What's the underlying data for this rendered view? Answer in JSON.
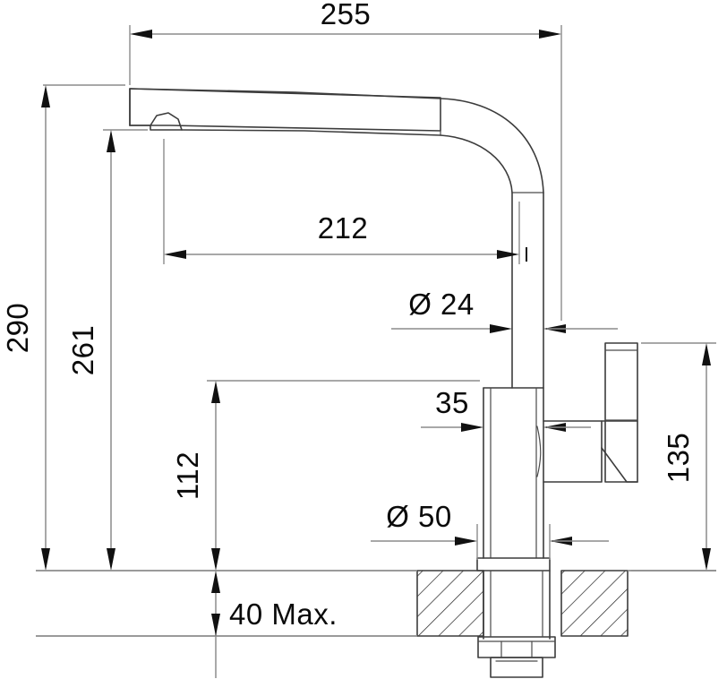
{
  "drawing": {
    "title": "Kitchen Mixer Tap Dimensional Drawing",
    "subject": "single-lever-kitchen-faucet",
    "units": "mm",
    "background_color": "#ffffff",
    "line_color": "#3c3c3c",
    "dimension_line_color": "#8c8c8c",
    "text_color": "#0a0a0a"
  },
  "dimensions": {
    "overall_reach": {
      "label": "255",
      "orientation": "horizontal",
      "position": "top",
      "value": 255
    },
    "spout_reach": {
      "label": "212",
      "orientation": "horizontal",
      "position": "middle",
      "value": 212
    },
    "spout_tube_diameter": {
      "label": "Ø 24",
      "orientation": "horizontal",
      "value": 24,
      "symbol": "diameter"
    },
    "body_offset": {
      "label": "35",
      "orientation": "horizontal",
      "value": 35
    },
    "base_diameter": {
      "label": "Ø 50",
      "orientation": "horizontal",
      "value": 50,
      "symbol": "diameter"
    },
    "overall_height": {
      "label": "290",
      "orientation": "vertical",
      "position": "left-outer",
      "value": 290
    },
    "spout_outlet_height": {
      "label": "261",
      "orientation": "vertical",
      "position": "left-inner",
      "value": 261
    },
    "clearance_height": {
      "label": "112",
      "orientation": "vertical",
      "position": "left-third",
      "value": 112
    },
    "handle_height": {
      "label": "135",
      "orientation": "vertical",
      "position": "right",
      "value": 135
    },
    "worktop_thickness": {
      "label": "40 Max.",
      "orientation": "vertical",
      "position": "bottom-left",
      "value": 40,
      "qualifier": "Max."
    }
  },
  "components": {
    "spout_arm": "horizontal-spout-arm",
    "spout_nose": "spout-outlet-aerator",
    "elbow": "spout-elbow-curve",
    "riser_tube": "vertical-riser-tube",
    "body": "mixer-body-column",
    "lever_handle": "single-lever-handle",
    "lever_arm": "lever-connecting-arm",
    "base_flange": "base-mounting-flange",
    "worktop": "worktop-section-hatched",
    "shank": "threaded-shank",
    "mounting_nut": "mounting-nut-assembly",
    "tail_piece": "tail-piece"
  }
}
